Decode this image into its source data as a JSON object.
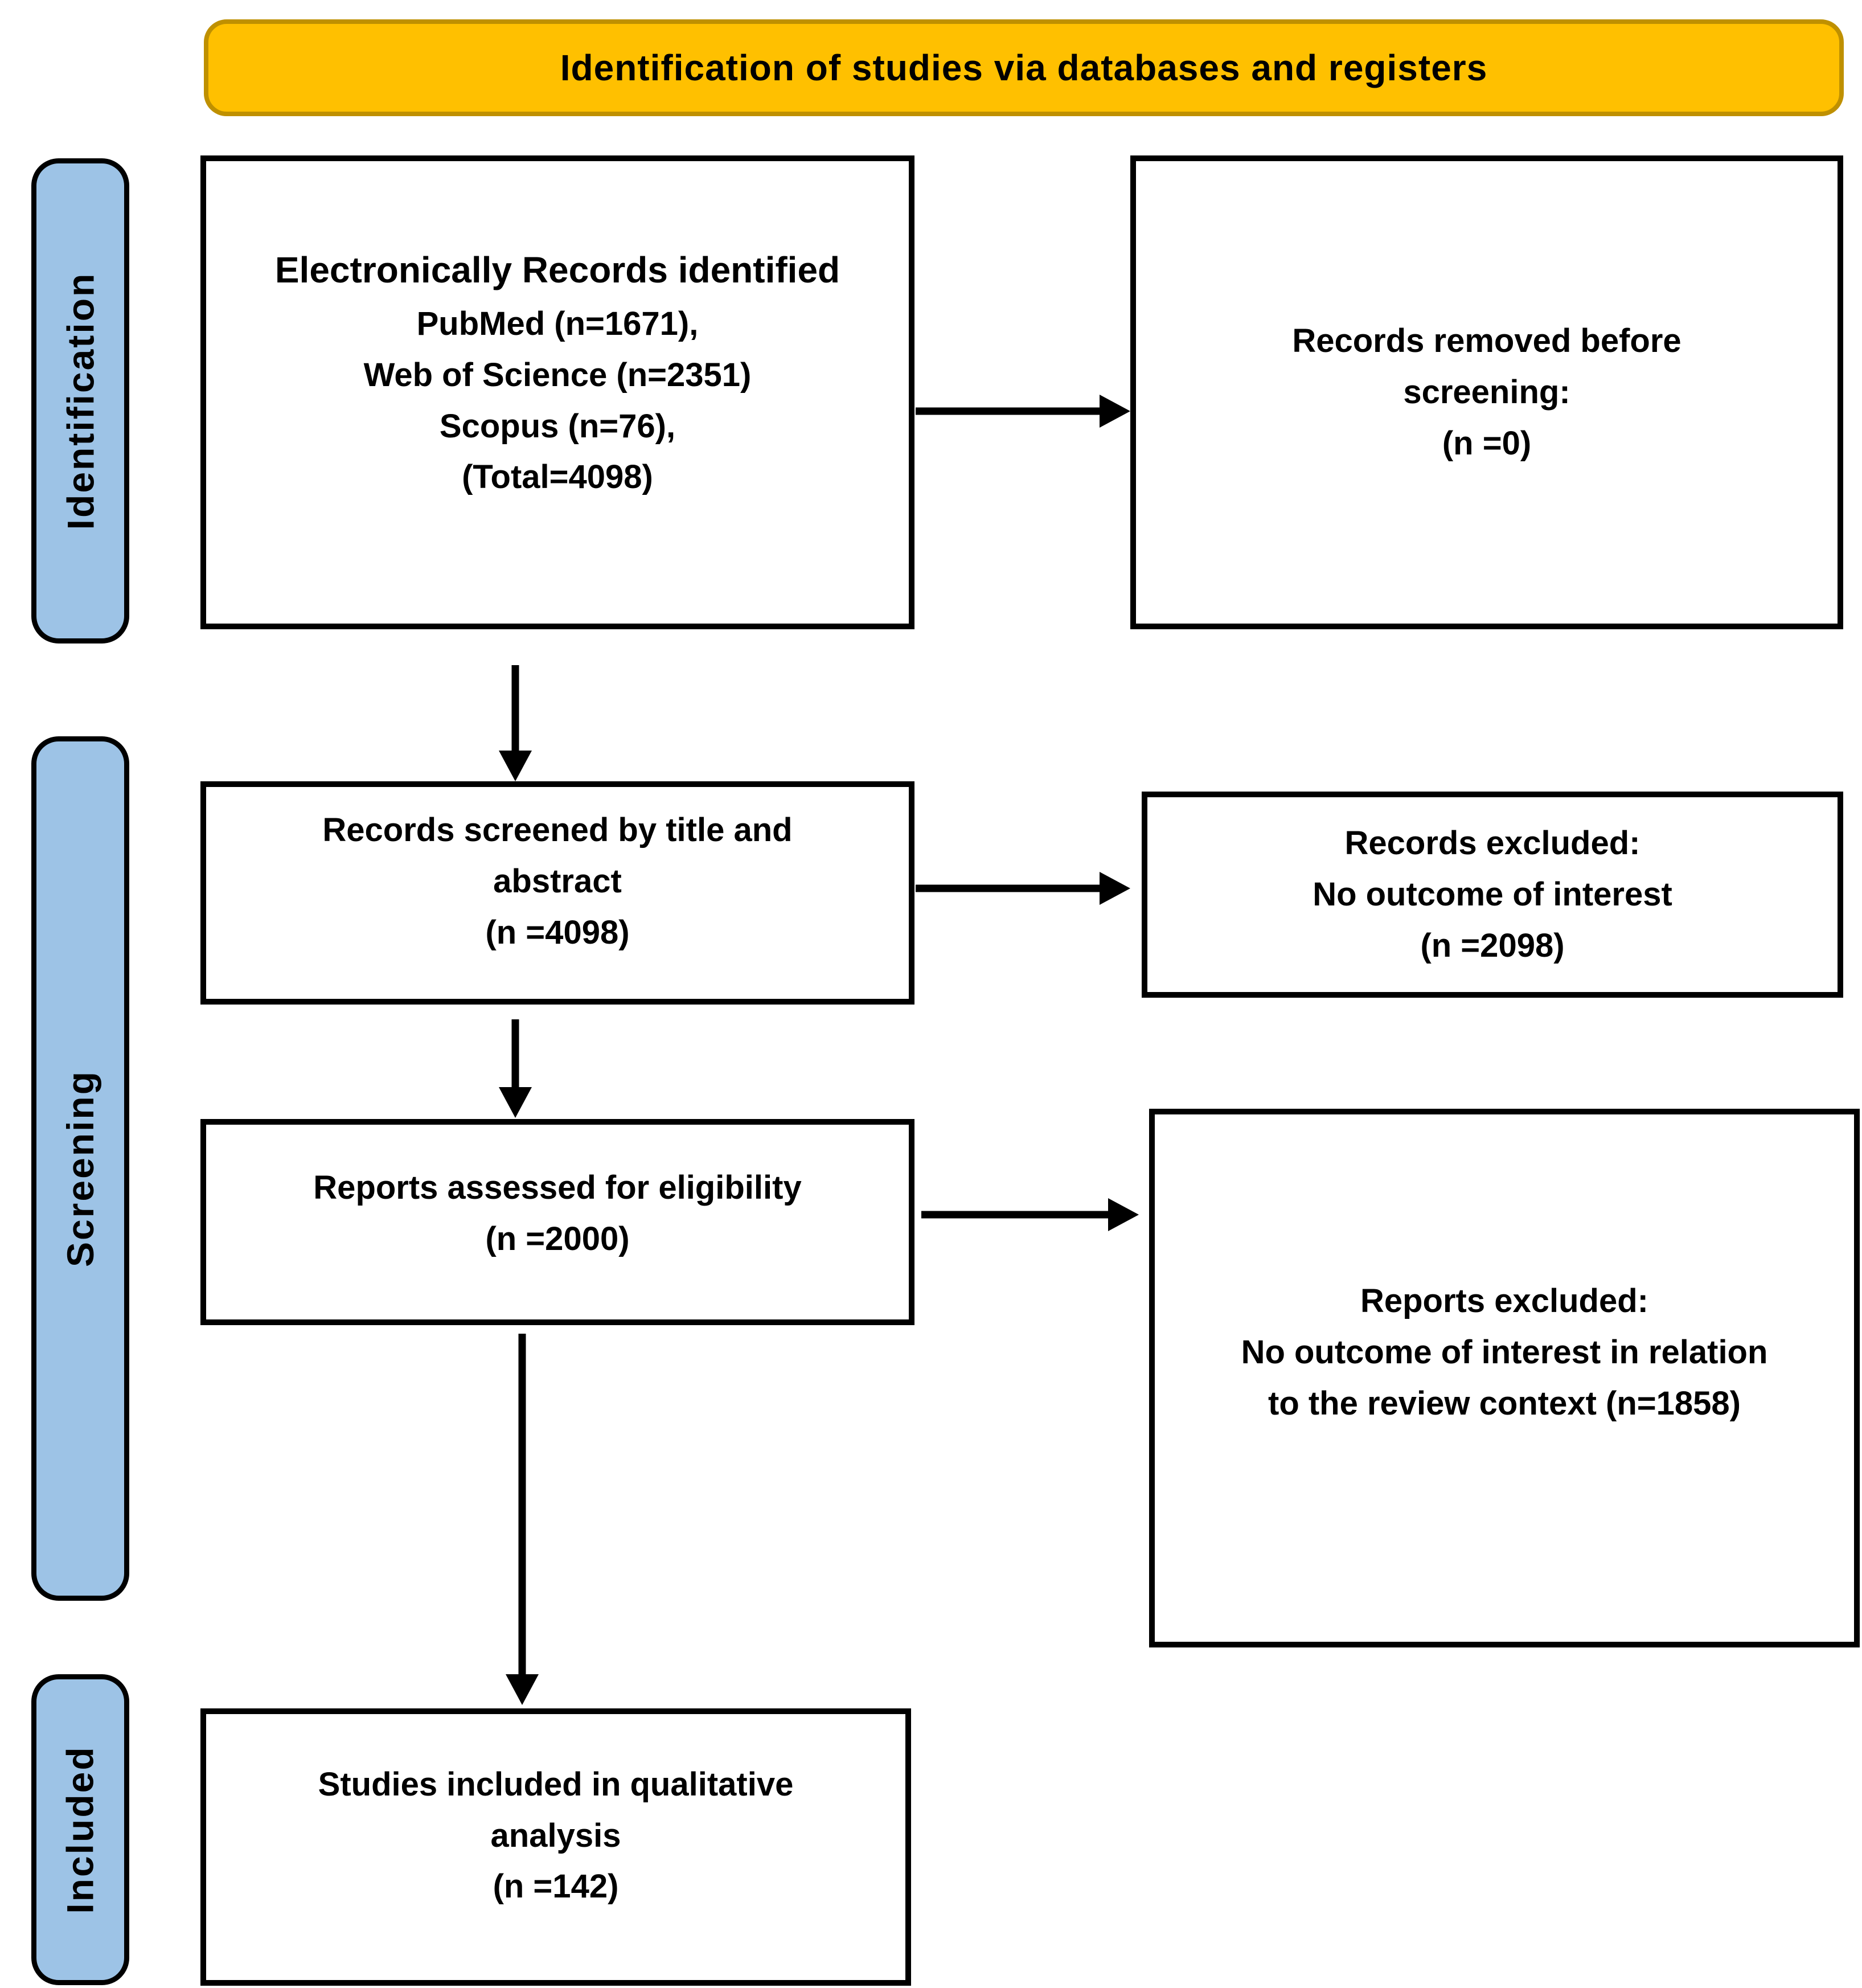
{
  "banner": {
    "label": "Identification of studies via databases and registers"
  },
  "side_labels": [
    {
      "id": "identification",
      "label": "Identification"
    },
    {
      "id": "screening",
      "label": "Screening"
    },
    {
      "id": "included",
      "label": "Included"
    }
  ],
  "boxes": {
    "records_identified": {
      "heading": "Electronically Records identified",
      "lines": [
        "PubMed (n=1671),",
        "Web of Science (n=2351)",
        "Scopus (n=76),",
        "(Total=4098)"
      ]
    },
    "records_removed": {
      "lines": [
        "Records removed before",
        "screening:",
        "(n =0)"
      ]
    },
    "records_screened": {
      "lines": [
        "Records screened by title and",
        "abstract",
        "(n =4098)"
      ]
    },
    "records_excluded": {
      "lines": [
        "Records excluded:",
        "No outcome of interest",
        "(n =2098)"
      ]
    },
    "reports_assessed": {
      "lines": [
        "Reports assessed for eligibility",
        "(n =2000)"
      ]
    },
    "reports_excluded": {
      "lines": [
        "Reports excluded:",
        "No outcome of interest in relation",
        "to the review context (n=1858)"
      ]
    },
    "studies_included": {
      "lines": [
        "Studies included in qualitative",
        "analysis",
        "(n =142)"
      ]
    }
  },
  "colors": {
    "banner_bg": "#FFC000",
    "banner_border": "#BF9000",
    "stage_label_bg": "#9DC3E6",
    "box_border": "#000000",
    "text": "#000000"
  }
}
